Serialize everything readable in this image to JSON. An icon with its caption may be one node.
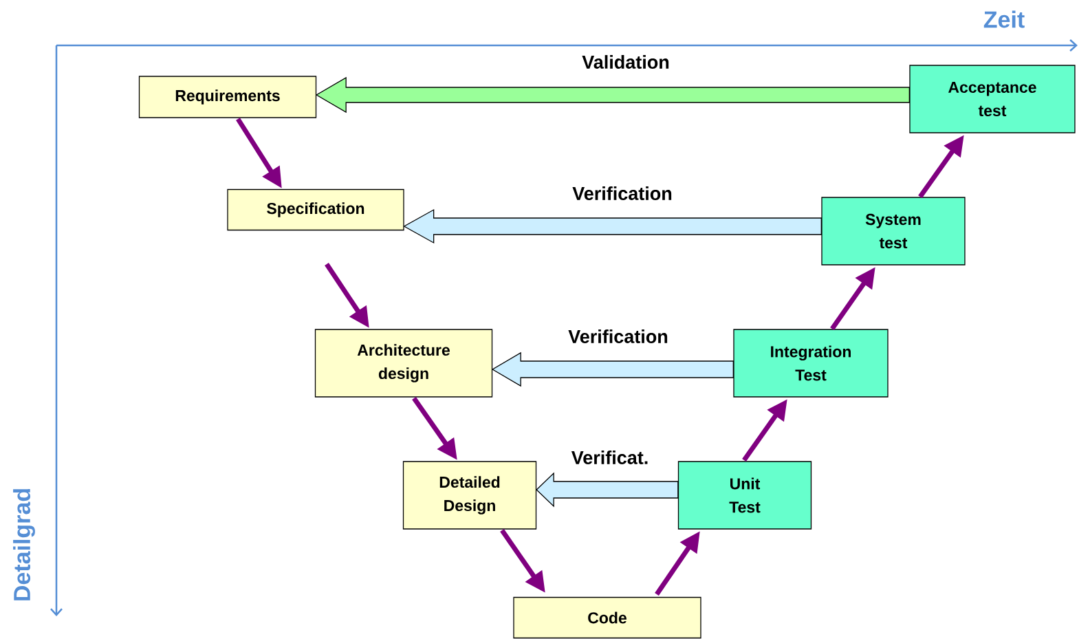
{
  "diagram": {
    "nodes": [
      {
        "text": [
          "Requirements"
        ]
      },
      {
        "text": [
          "Acceptance test"
        ]
      },
      {
        "text": [
          "Specification"
        ]
      },
      {
        "text": [
          "System test"
        ]
      },
      {
        "text": [
          "Architecture design"
        ]
      },
      {
        "text": [
          "Integration Test"
        ]
      },
      {
        "text": [
          "Detailed Design"
        ]
      },
      {
        "text": [
          "Unit Test"
        ]
      },
      {
        "text": [
          "Code"
        ]
      }
    ],
    "edges": [
      {
        "from": 0,
        "to": 2,
        "arrow": "to"
      },
      {
        "from": 2,
        "to": 4,
        "arrow": "to"
      },
      {
        "from": 4,
        "to": 6,
        "arrow": "to"
      },
      {
        "from": 6,
        "to": 8,
        "arrow": "to"
      },
      {
        "from": 8,
        "to": 7,
        "arrow": "to"
      },
      {
        "from": 7,
        "to": 5,
        "arrow": "to"
      },
      {
        "from": 5,
        "to": 3,
        "arrow": "to"
      },
      {
        "from": 3,
        "to": 1,
        "arrow": "to"
      },
      {
        "from": 1,
        "to": 0,
        "arrow": "to",
        "label": "Validation",
        "style": "thick",
        "color": "#99ff99"
      },
      {
        "from": 3,
        "to": 2,
        "arrow": "to",
        "label": "Verification",
        "style": "thick",
        "color": "#cceeff"
      },
      {
        "from": 5,
        "to": 4,
        "arrow": "to",
        "label": "Verification",
        "style": "thick",
        "color": "#cceeff"
      },
      {
        "from": 7,
        "to": 6,
        "arrow": "to",
        "label": "Verificat.",
        "style": "thick",
        "color": "#cceeff"
      }
    ],
    "labels": [
      "Zeit",
      "Detailgrad"
    ]
  }
}
